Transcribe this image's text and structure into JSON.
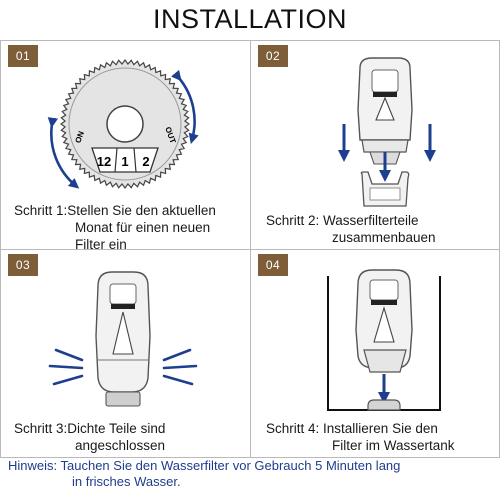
{
  "header": {
    "title": "INSTALLATION"
  },
  "steps": [
    {
      "number": "01",
      "label": "Schritt 1:",
      "line1": "Stellen Sie den aktuellen",
      "line2": "Monat für einen neuen",
      "line3": "Filter ein",
      "dial": {
        "on": "ON",
        "out": "OUT",
        "months": [
          "12",
          "1",
          "2"
        ]
      }
    },
    {
      "number": "02",
      "label": "Schritt 2: ",
      "line1": "Wasserfilterteile",
      "line2": "zusammenbauen"
    },
    {
      "number": "03",
      "label": "Schritt 3:",
      "line1": "Dichte Teile sind",
      "line2": "angeschlossen"
    },
    {
      "number": "04",
      "label": "Schritt 4: ",
      "line1": "Installieren Sie den",
      "line2": "Filter im Wassertank"
    }
  ],
  "hint": {
    "label": "Hinweis: ",
    "line1": "Tauchen Sie den Wasserfilter vor Gebrauch 5 Minuten lang",
    "line2": "in frisches Wasser."
  },
  "colors": {
    "badge": "#7e5d39",
    "arrow": "#1e3f8f",
    "hint": "#1e3d8c"
  }
}
